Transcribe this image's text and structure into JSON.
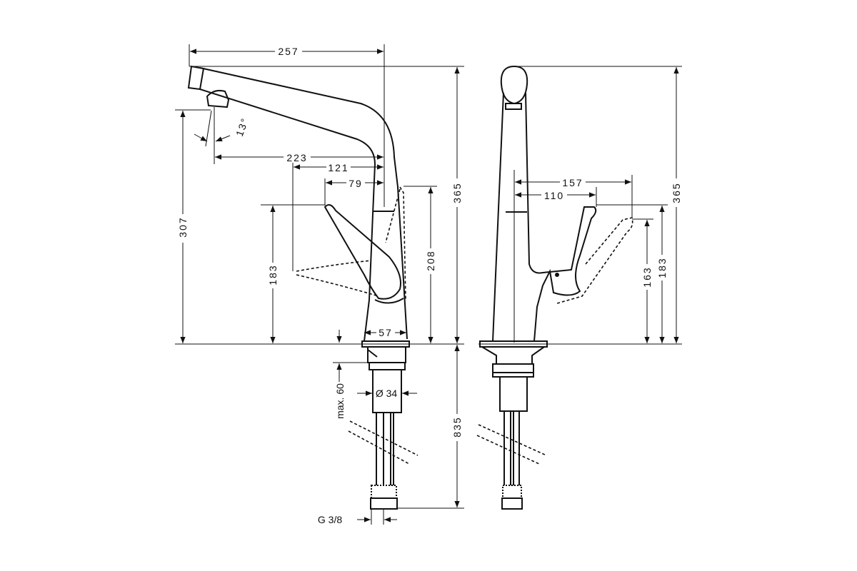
{
  "side_view": {
    "dims": {
      "reach_total": "257",
      "reach_aerator": "223",
      "lever_reach_open": "121",
      "lever_reach": "79",
      "aerator_height": "307",
      "lever_height": "183",
      "body_height": "208",
      "total_height": "365",
      "angle": "13°",
      "base_width": "57",
      "max_thickness": "max. 60",
      "hole_diameter": "Ø 34",
      "hose_length": "835",
      "connection": "G 3/8"
    }
  },
  "front_view": {
    "dims": {
      "lever_reach_open": "157",
      "lever_reach": "110",
      "lever_height_open": "163",
      "lever_height": "183",
      "total_height": "365"
    }
  }
}
